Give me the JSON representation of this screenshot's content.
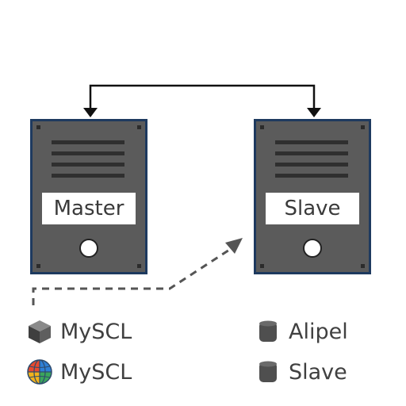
{
  "servers": {
    "master": {
      "label": "Master"
    },
    "slave": {
      "label": "Slave"
    }
  },
  "legend": {
    "left": [
      {
        "icon": "cube-icon",
        "label": "MySCL"
      },
      {
        "icon": "globe-icon",
        "label": "MySCL"
      }
    ],
    "right": [
      {
        "icon": "database-icon",
        "label": "Alipel"
      },
      {
        "icon": "database-icon",
        "label": "Slave"
      }
    ]
  },
  "colors": {
    "server_body": "#5b5b5b",
    "server_border": "#1e3a5f",
    "vent": "#2f2f2f",
    "arrow": "#111111",
    "dashed_arrow": "#555555",
    "text": "#404040"
  }
}
